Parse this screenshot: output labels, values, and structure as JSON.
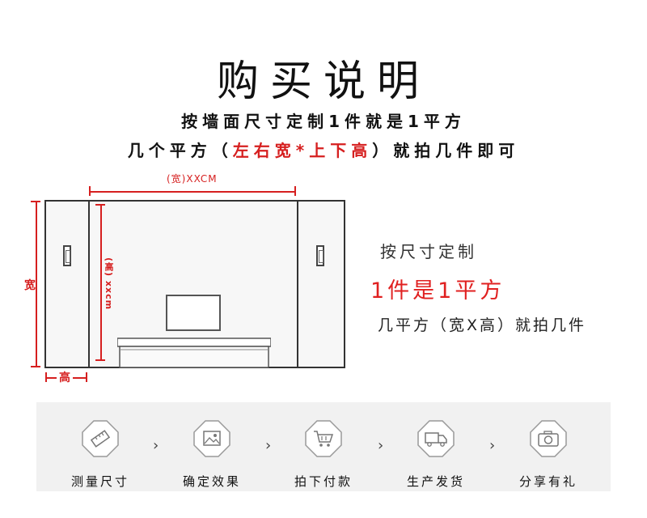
{
  "title": "购买说明",
  "line1": "按墙面尺寸定制1件就是1平方",
  "line2": {
    "prefix": "几个平方（",
    "highlight": "左右宽*上下高",
    "suffix": "）就拍几件即可"
  },
  "diagram": {
    "top_dim_label": "(宽)XXCM",
    "left_dim_label": "宽",
    "bottom_dim_label": "高",
    "inner_dim_label": "(高) xxcm"
  },
  "right_text": {
    "line1": "按尺寸定制",
    "line2": "1件是1平方",
    "line3": "几平方（宽X高）就拍几件"
  },
  "process": {
    "steps": [
      {
        "label": "测量尺寸",
        "icon": "ruler-icon"
      },
      {
        "label": "确定效果",
        "icon": "image-icon"
      },
      {
        "label": "拍下付款",
        "icon": "cart-icon"
      },
      {
        "label": "生产发货",
        "icon": "truck-icon"
      },
      {
        "label": "分享有礼",
        "icon": "camera-icon"
      }
    ],
    "separator": "›"
  },
  "colors": {
    "accent": "#d61f1f",
    "text": "#111111",
    "strip_bg": "#f1f1f1"
  }
}
